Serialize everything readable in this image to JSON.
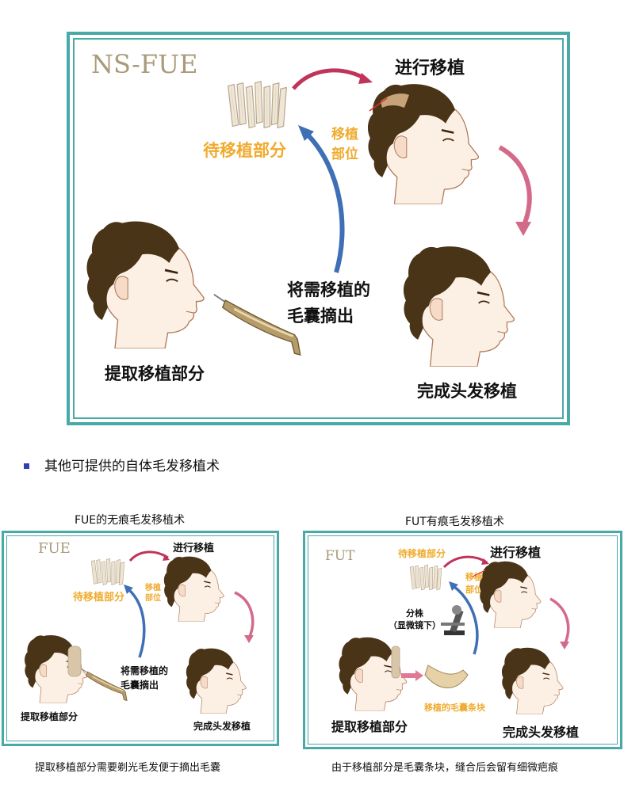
{
  "main_panel": {
    "title": "NS-FUE",
    "step_graft_ready": "待移植部分",
    "step_transplant": "进行移植",
    "site_label_1": "移植",
    "site_label_2": "部位",
    "extract_note_1": "将需移植的",
    "extract_note_2": "毛囊摘出",
    "step_extract": "提取移植部分",
    "step_done": "完成头发移植"
  },
  "bullet_text": "其他可提供的自体毛发移植术",
  "fue_panel": {
    "caption_top": "FUE的无痕毛发移植术",
    "title": "FUE",
    "step_transplant": "进行移植",
    "step_graft_ready": "待移植部分",
    "site_label_1": "移植",
    "site_label_2": "部位",
    "extract_note_1": "将需移植的",
    "extract_note_2": "毛囊摘出",
    "step_extract": "提取移植部分",
    "step_done": "完成头发移植",
    "caption_bottom": "提取移植部分需要剃光毛发便于摘出毛囊"
  },
  "fut_panel": {
    "caption_top": "FUT有痕毛发移植术",
    "title": "FUT",
    "step_graft_ready": "待移植部分",
    "step_transplant": "进行移植",
    "site_label_1": "移植",
    "site_label_2": "部位",
    "split_1": "分株",
    "split_2": "（显微镜下）",
    "strip_label": "移植的毛囊条块",
    "step_extract": "提取移植部分",
    "step_done": "完成头发移植",
    "caption_bottom": "由于移植部分是毛囊条块，缝合后会留有细微疤痕"
  },
  "colors": {
    "frame": "#49a9a7",
    "gold": "#f0ab2e",
    "hair": "#4a3418",
    "skin": "#fcf0e4",
    "arrow_red": "#c0345a",
    "arrow_blue": "#3f6fb5",
    "bullet": "#3340b0"
  },
  "icons": [
    "head-icon",
    "follicle-bundle-icon",
    "extraction-pen-icon",
    "microscope-icon",
    "curved-arrow-icon"
  ]
}
